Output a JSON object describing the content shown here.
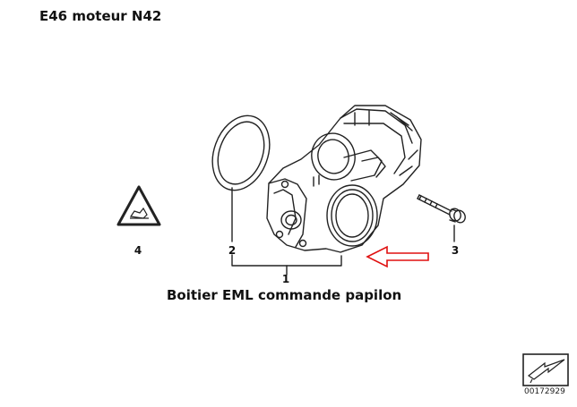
{
  "heading": "E46 moteur N42",
  "caption": "Boitier EML commande papilon",
  "callouts": {
    "part1": "1",
    "part2": "2",
    "part3": "3",
    "part4": "4"
  },
  "document_number": "00172929",
  "colors": {
    "line": "#222222",
    "highlight_arrow": "#e01010"
  },
  "icons": {
    "warning_triangle": "warning-triangle-icon",
    "corner_symbol": "corner-arrow-icon"
  }
}
